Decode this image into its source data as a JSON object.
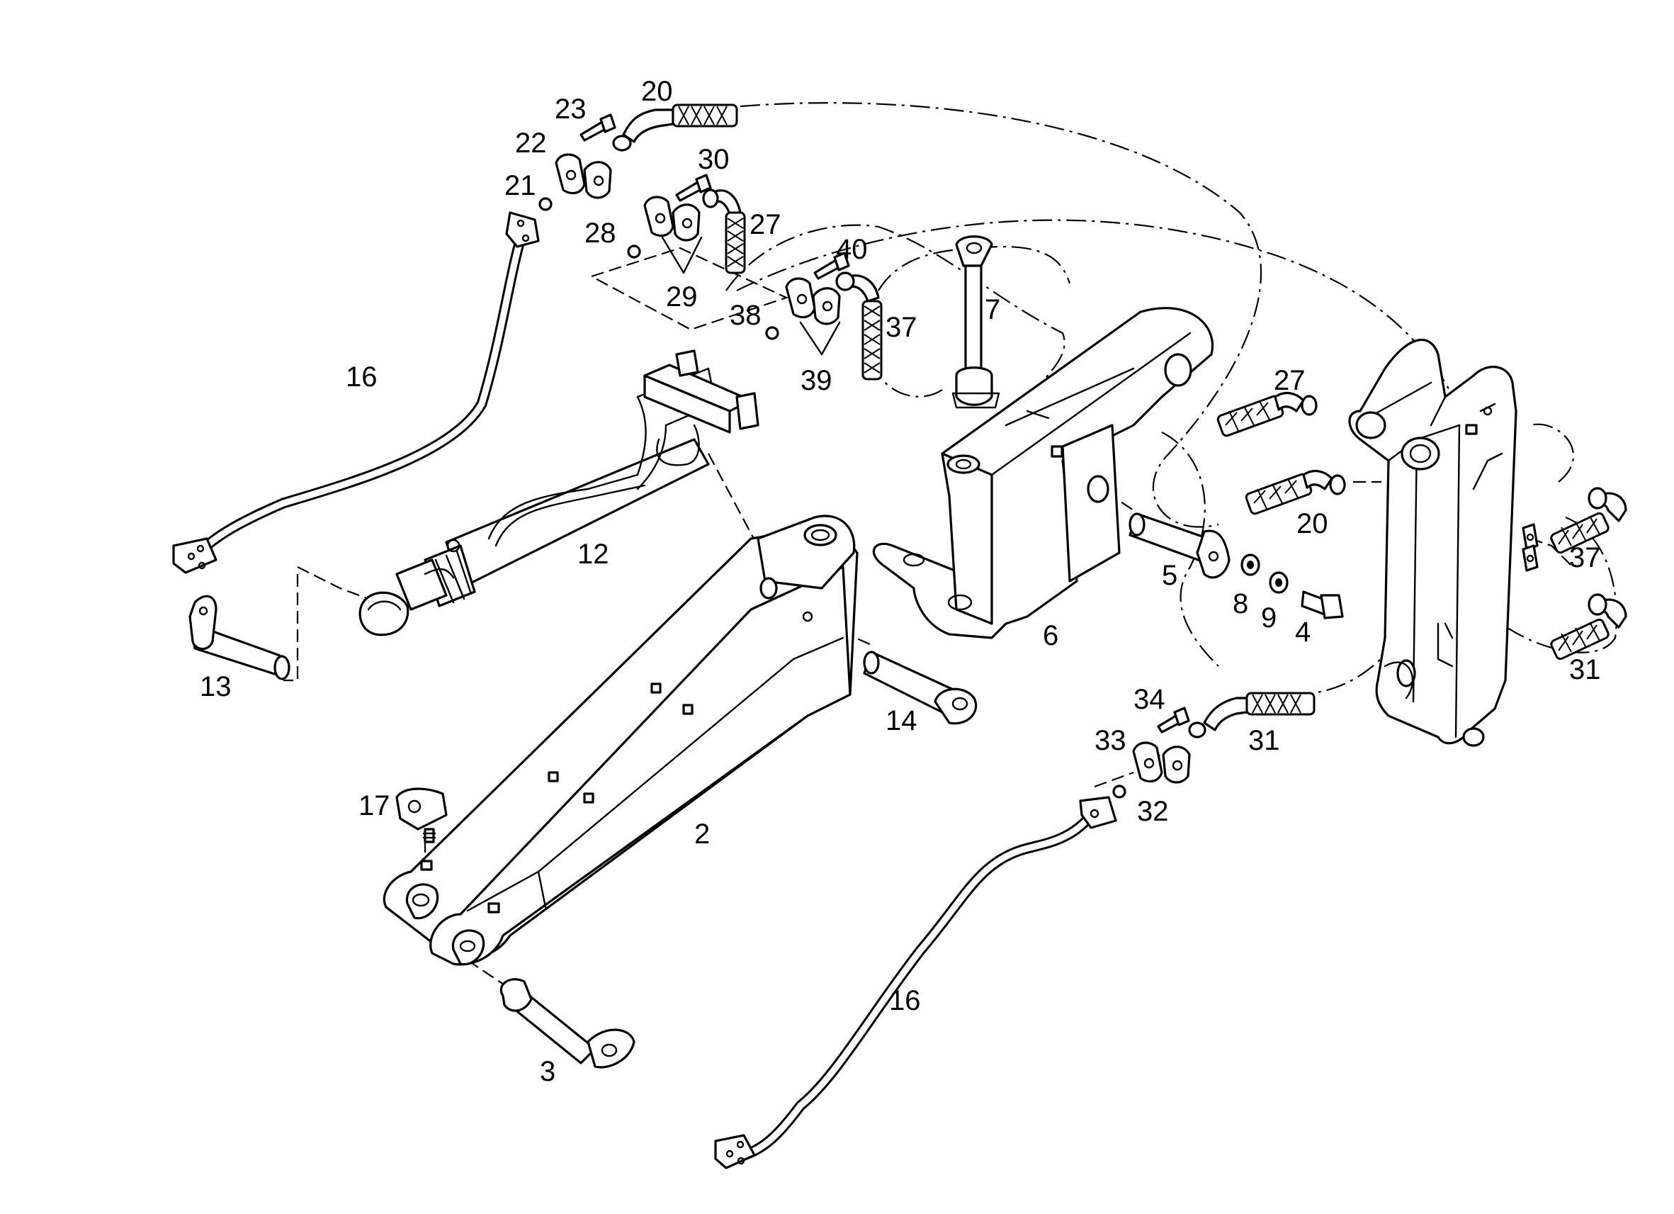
{
  "callouts": {
    "c2": "2",
    "c3": "3",
    "c4": "4",
    "c5": "5",
    "c6": "6",
    "c7": "7",
    "c8": "8",
    "c9": "9",
    "c12": "12",
    "c13": "13",
    "c14": "14",
    "c16a": "16",
    "c16b": "16",
    "c17": "17",
    "c20a": "20",
    "c20b": "20",
    "c21": "21",
    "c22": "22",
    "c23": "23",
    "c27a": "27",
    "c27b": "27",
    "c28": "28",
    "c29": "29",
    "c30": "30",
    "c31a": "31",
    "c31b": "31",
    "c32": "32",
    "c33": "33",
    "c34": "34",
    "c37a": "37",
    "c37b": "37",
    "c38": "38",
    "c39": "39",
    "c40": "40"
  },
  "colors": {
    "line": "#000000",
    "background": "#ffffff"
  }
}
